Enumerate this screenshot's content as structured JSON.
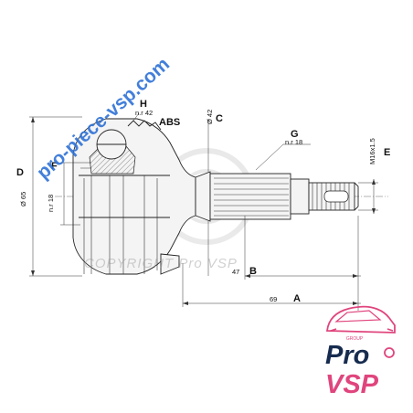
{
  "watermark": {
    "url": "pro-piece-vsp.com",
    "copyright": "COPYRIGHT Pro VSP"
  },
  "labels": {
    "A": "A",
    "B": "B",
    "C": "C",
    "D": "D",
    "E": "E",
    "F": "F",
    "G": "G",
    "H": "H",
    "abs": "ABS"
  },
  "dimensions": {
    "h_teeth": "n.r 42",
    "c_diameter": "Ø 42",
    "g_teeth": "n.r 18",
    "e_thread": "M16x1.5",
    "d_diameter": "Ø 65",
    "f_teeth": "n.r 18",
    "b_length": "47",
    "a_length": "69"
  },
  "logo": {
    "group_text": "GROUP",
    "line1": "Pro",
    "line2": "VSP"
  },
  "colors": {
    "watermark_blue": "#2f72d6",
    "logo_pink": "#e0457d",
    "logo_navy": "#162b4f",
    "drawing": "#222222"
  }
}
